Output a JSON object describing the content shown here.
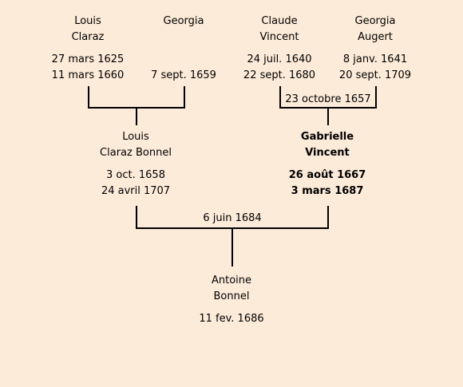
{
  "people": {
    "louis_claraz": {
      "first": "Louis",
      "last": "Claraz",
      "birth": "27 mars 1625",
      "death": "11 mars 1660"
    },
    "georgia": {
      "first": "Georgia",
      "last": "",
      "birth": "",
      "death": "7 sept. 1659"
    },
    "claude_vincent": {
      "first": "Claude",
      "last": "Vincent",
      "birth": "24 juil. 1640",
      "death": "22 sept. 1680"
    },
    "georgia_augert": {
      "first": "Georgia",
      "last": "Augert",
      "birth": "8 janv. 1641",
      "death": "20 sept. 1709"
    },
    "louis_claraz_bonnel": {
      "first": "Louis",
      "last": "Claraz Bonnel",
      "birth": "3 oct. 1658",
      "death": "24 avril 1707"
    },
    "gabrielle_vincent": {
      "first": "Gabrielle",
      "last": "Vincent",
      "birth": "26 août 1667",
      "death": "3 mars 1687"
    },
    "antoine_bonnel": {
      "first": "Antoine",
      "last": "Bonnel",
      "birth": "11 fev. 1686",
      "death": ""
    }
  },
  "marriages": {
    "vincent_augert": "23 octobre 1657",
    "bonnel_vincent": "6 juin 1684"
  },
  "colors": {
    "background": "#fdebd9",
    "line": "#000000"
  }
}
